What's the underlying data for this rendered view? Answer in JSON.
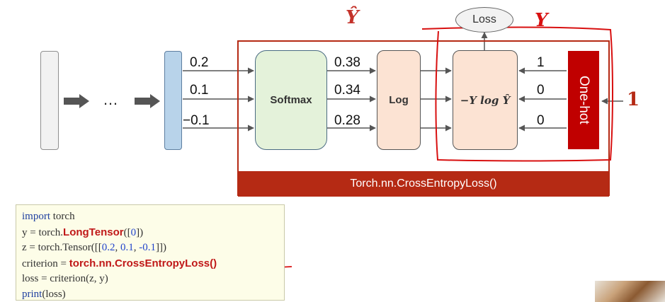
{
  "diagram": {
    "ellipsis": "…",
    "input_values": [
      "0.2",
      "0.1",
      "−0.1"
    ],
    "softmax_label": "Softmax",
    "softmax_values": [
      "0.38",
      "0.34",
      "0.28"
    ],
    "log_label": "Log",
    "loss_formula": "−Y log Ŷ",
    "onehot_values": [
      "1",
      "0",
      "0"
    ],
    "onehot_label": "One-hot",
    "loss_label": "Loss",
    "y_hat_label": "Ŷ",
    "y_label": "Y",
    "class_index": "1",
    "banner_label": "Torch.nn.CrossEntropyLoss()"
  },
  "code": {
    "line1_kw": "import",
    "line1_rest": " torch",
    "line2_pre": "y = torch.",
    "line2_hl": "LongTensor",
    "line2_open": "([",
    "line2_num": "0",
    "line2_close": "])",
    "line3_pre": "z = torch.Tensor([[",
    "line3_n1": "0.2",
    "line3_sep1": ", ",
    "line3_n2": "0.1",
    "line3_sep2": ", ",
    "line3_n3": "-0.1",
    "line3_close": "]])",
    "line4_pre": "criterion = ",
    "line4_hl": "torch.nn.CrossEntropyLoss()",
    "line5": "loss = criterion(z, y)",
    "line6_kw": "print",
    "line6_rest": "(loss)"
  },
  "colors": {
    "banner": "#b52a14",
    "input_box": "#b8d3ea",
    "softmax_box": "#e4f2da",
    "log_box": "#fce3d3",
    "onehot_box": "#c00000",
    "annotation": "#d81010"
  }
}
